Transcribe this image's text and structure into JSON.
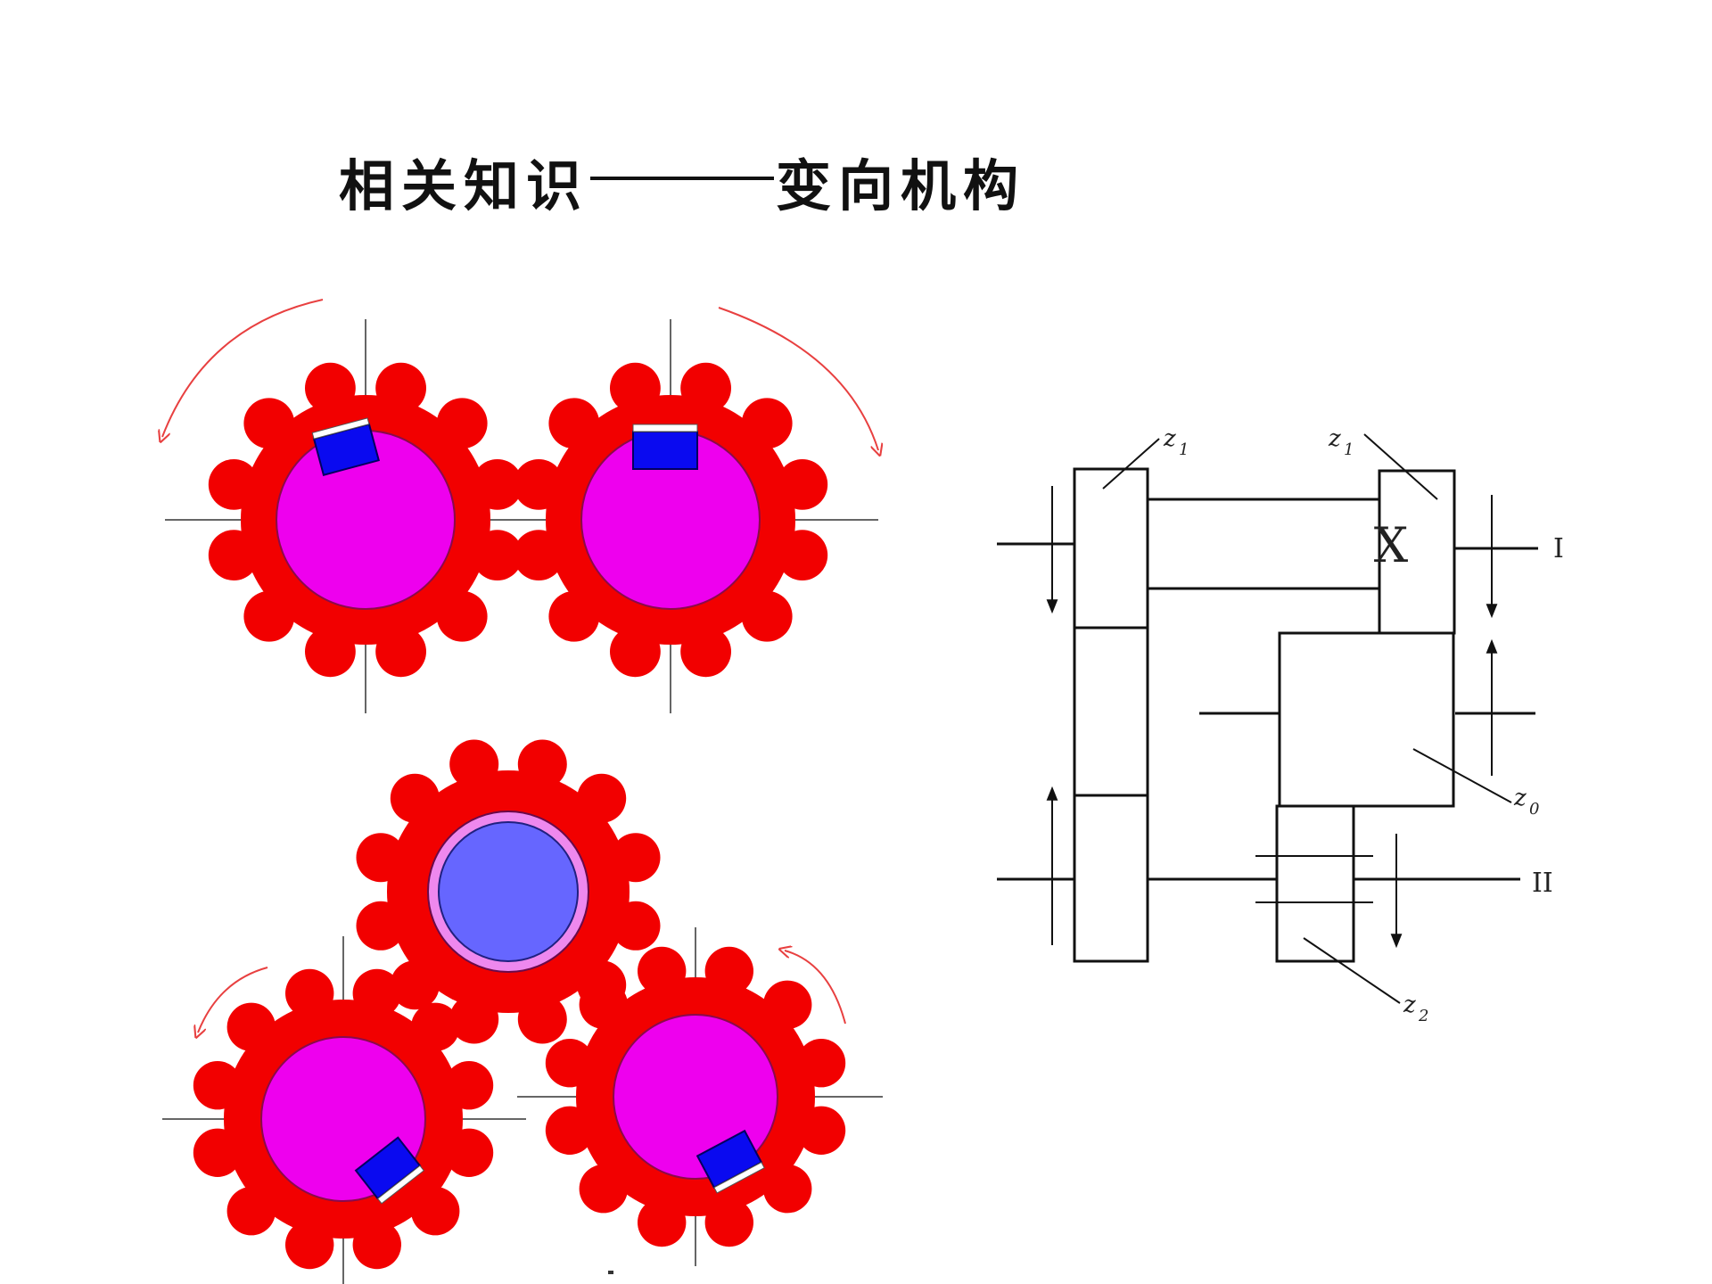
{
  "title": {
    "left": "相关知识",
    "right": "变向机构"
  },
  "colors": {
    "gear_body": "#f20000",
    "gear_hub": "#ee00ee",
    "gear_hub_alt": "#6666ff",
    "gear_hub_alt_ring": "#ee88ee",
    "key_block": "#0a0af0",
    "arrow": "#e84040",
    "line": "#111111"
  },
  "diagram": {
    "shaft_labels": {
      "upper": "I",
      "lower": "II"
    },
    "center_box_label": "X",
    "gear_labels": {
      "z1_left": {
        "base": "z",
        "sub": "1"
      },
      "z1_right": {
        "base": "z",
        "sub": "1"
      },
      "z0": {
        "base": "z",
        "sub": "0"
      },
      "z2": {
        "base": "z",
        "sub": "2"
      }
    }
  }
}
